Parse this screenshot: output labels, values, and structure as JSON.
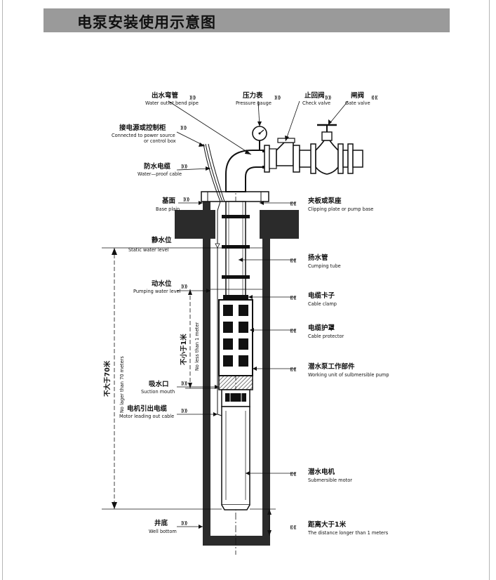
{
  "title": "电泵安装使用示意图",
  "labels": {
    "outlet_pipe": {
      "zh": "出水弯管",
      "en": "Water outlet bend pipe"
    },
    "pressure_gauge": {
      "zh": "压力表",
      "en": "Pressure gauge"
    },
    "check_valve": {
      "zh": "止回阀",
      "en": "Check valve"
    },
    "gate_valve": {
      "zh": "闸阀",
      "en": "Gate valve"
    },
    "power_source": {
      "zh": "接电源或控制柜",
      "en1": "Connected to power source",
      "en2": "or control box"
    },
    "waterproof_cable": {
      "zh": "防水电缆",
      "en": "Water—proof cable"
    },
    "base_plain": {
      "zh": "基面",
      "en": "Base plain"
    },
    "clipping_plate": {
      "zh": "夹板或泵座",
      "en": "Clipping plate or pump base"
    },
    "static_level": {
      "zh": "静水位",
      "en": "Static water level"
    },
    "pumping_tube": {
      "zh": "扬水管",
      "en": "Cumping tube"
    },
    "pumping_level": {
      "zh": "动水位",
      "en": "Pumping water level"
    },
    "cable_clamp": {
      "zh": "电缆卡子",
      "en": "Cable clamp"
    },
    "cable_protector": {
      "zh": "电缆护罩",
      "en": "Cable protector"
    },
    "working_unit": {
      "zh": "潜水泵工作部件",
      "en": "Working unit of sulbmersible pump"
    },
    "suction_mouth": {
      "zh": "吸水口",
      "en": "Suction mouth"
    },
    "motor_cable": {
      "zh": "电机引出电缆",
      "en": "Motor leading out cable"
    },
    "submersible_motor": {
      "zh": "潜水电机",
      "en": "Submersible motor"
    },
    "well_bottom": {
      "zh": "井底",
      "en": "Well bottom"
    },
    "distance_bottom": {
      "zh": "距离大于1米",
      "en": "The distance longer than 1 meters"
    }
  },
  "dimensions": {
    "not_larger_70": {
      "zh": "不大于70米",
      "en": "No lager than 70 meters"
    },
    "not_less_1": {
      "zh": "不小于1米",
      "en": "No less than 1 meter"
    }
  },
  "colors": {
    "title_bar": "#9a9a9a",
    "well_wall": "#2b2b2b",
    "line": "#111111"
  }
}
